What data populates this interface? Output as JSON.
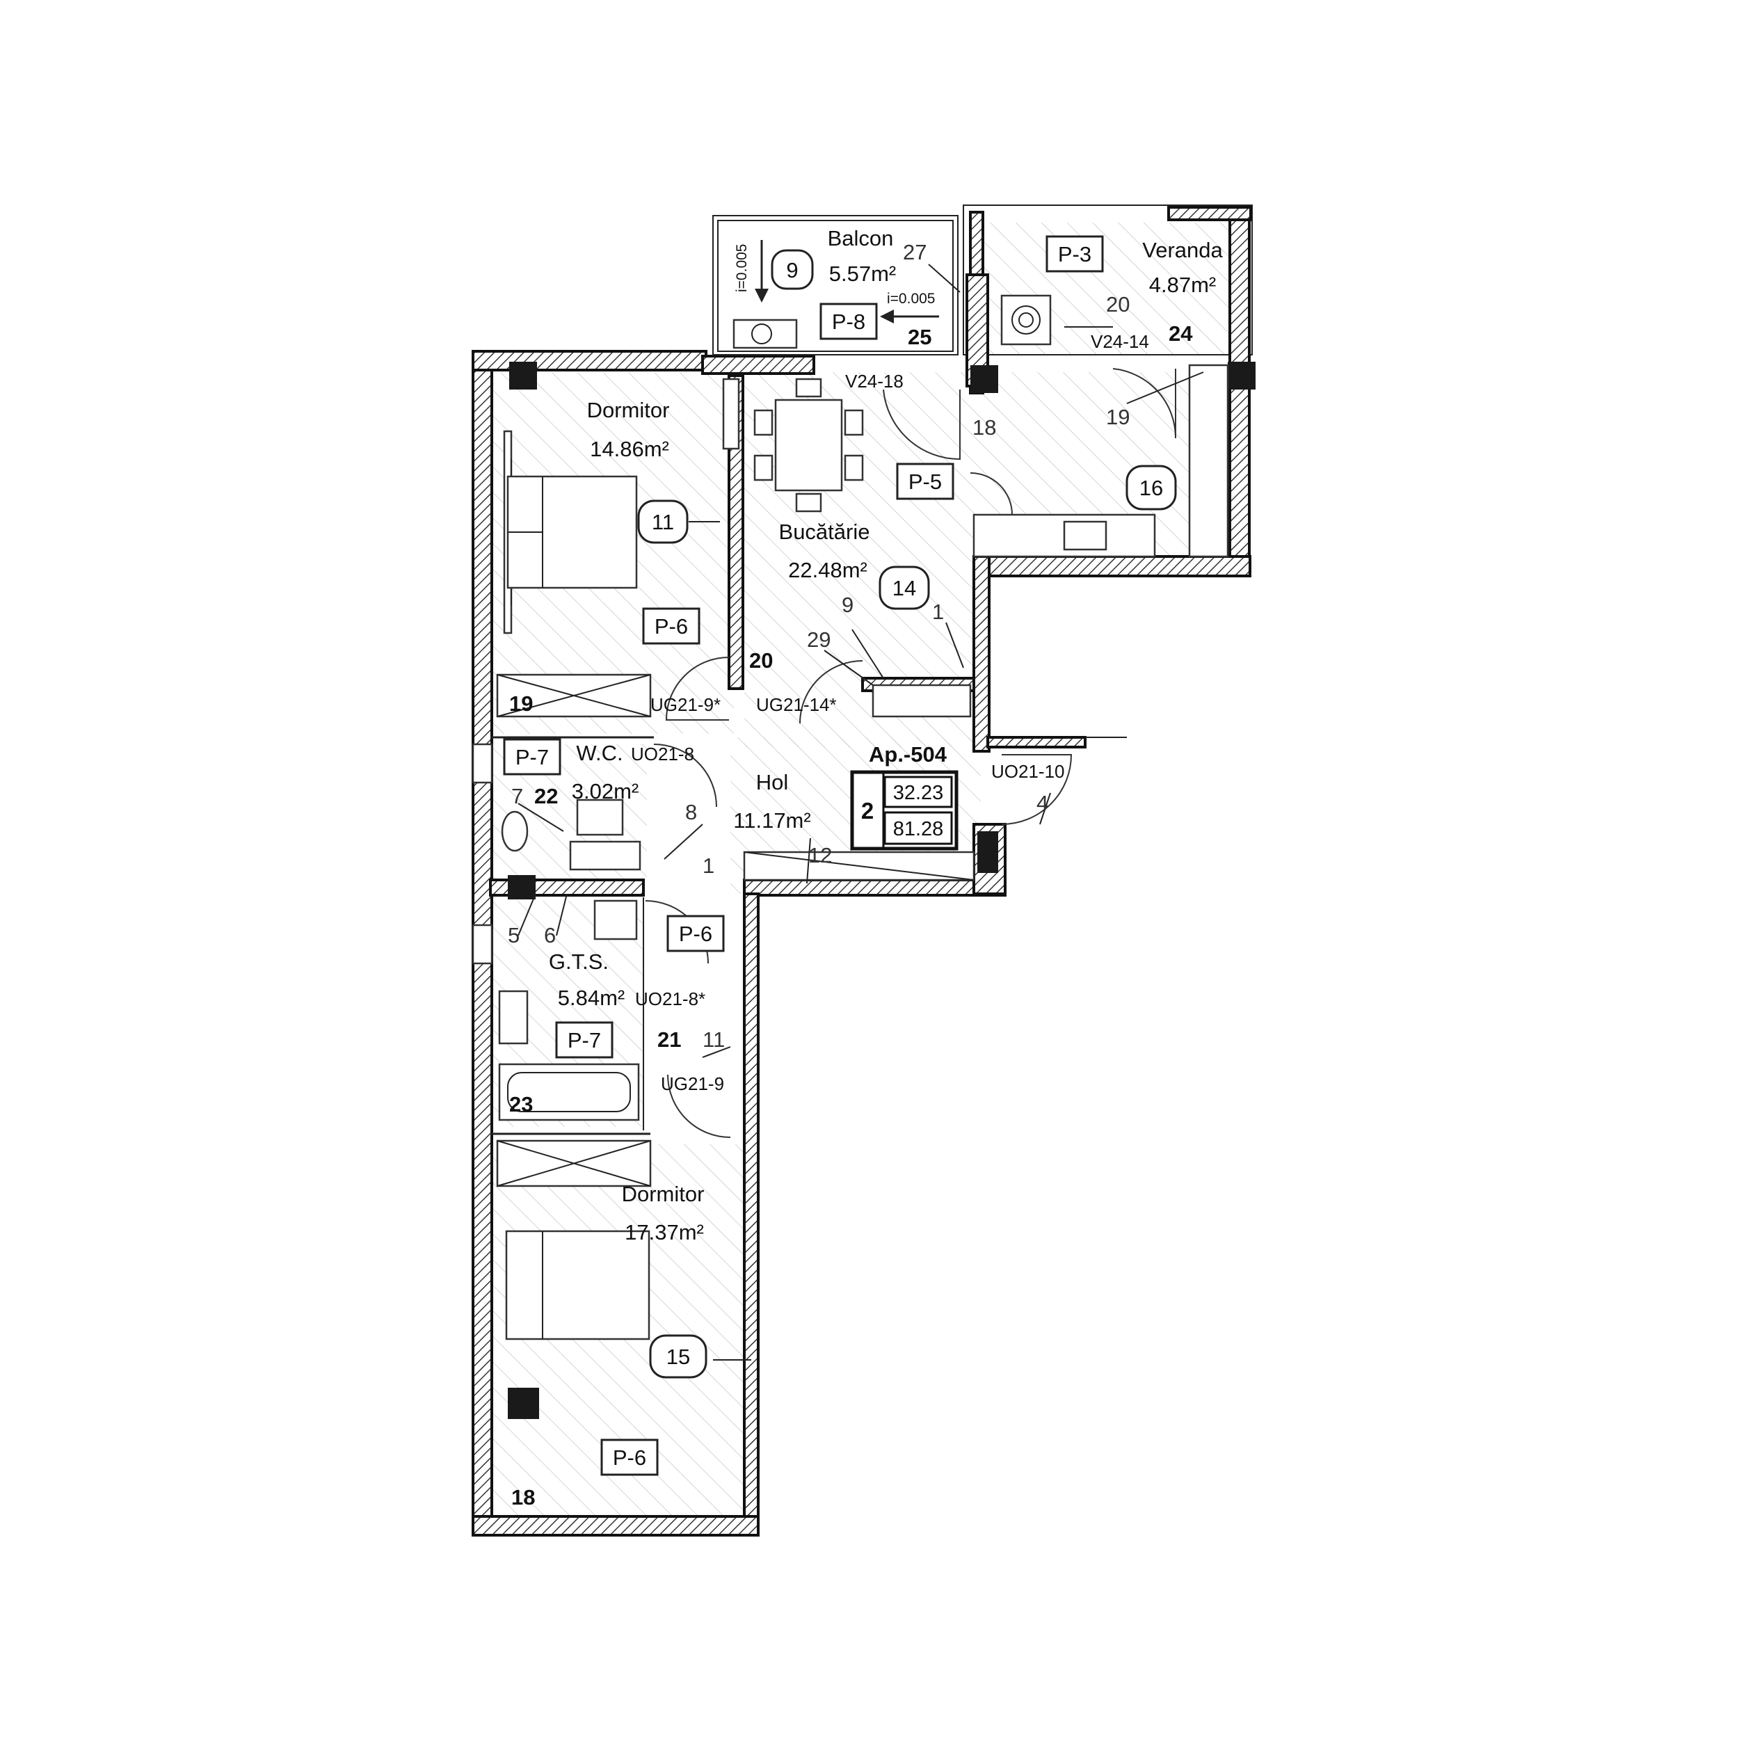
{
  "apartment": {
    "title": "Ap.-504",
    "rooms": "2",
    "living_area": "32.23",
    "total_area": "81.28"
  },
  "rooms": {
    "balcon": {
      "name": "Balcon",
      "area": "5.57m²"
    },
    "veranda": {
      "name": "Veranda",
      "area": "4.87m²"
    },
    "dormitor_top": {
      "name": "Dormitor",
      "area": "14.86m²"
    },
    "bucatarie": {
      "name": "Bucătărie",
      "area": "22.48m²"
    },
    "wc": {
      "name": "W.C.",
      "area": "3.02m²"
    },
    "hol": {
      "name": "Hol",
      "area": "11.17m²"
    },
    "gts": {
      "name": "G.T.S.",
      "area": "5.84m²"
    },
    "dormitor_bottom": {
      "name": "Dormitor",
      "area": "17.37m²"
    }
  },
  "finish_tags": {
    "p3": "P-3",
    "p8": "P-8",
    "p5": "P-5",
    "p6_top": "P-6",
    "p6_mid": "P-6",
    "p6_bottom": "P-6",
    "p7_wc": "P-7",
    "p7_gts": "P-7"
  },
  "bubbles": {
    "b9": "9",
    "b11": "11",
    "b14": "14",
    "b16": "16",
    "b15": "15"
  },
  "door_codes": {
    "v24_18": "V24-18",
    "v24_14": "V24-14",
    "ug21_9s": "UG21-9*",
    "ug21_14s": "UG21-14*",
    "uo21_8": "UO21-8",
    "uo21_10": "UO21-10",
    "uo21_8s": "UO21-8*",
    "ug21_9": "UG21-9"
  },
  "slopes": {
    "balcon_vertical": "i=0.005",
    "balcon_horizontal": "i=0.005"
  },
  "notes": {
    "n27": "27",
    "n20a": "20",
    "n18": "18",
    "n19": "19",
    "n9": "9",
    "n1a": "1",
    "n29": "29",
    "n4": "4",
    "n12": "12",
    "n1b": "1",
    "n8": "8",
    "n7": "7",
    "n5": "5",
    "n6": "6",
    "n11": "11"
  },
  "bold_numbers": {
    "n25": "25",
    "n24": "24",
    "n20": "20",
    "n19": "19",
    "n22": "22",
    "n21": "21",
    "n23": "23",
    "n18": "18"
  },
  "colors": {
    "wall": "#1a1a1a",
    "line": "#222222",
    "background": "#ffffff"
  }
}
